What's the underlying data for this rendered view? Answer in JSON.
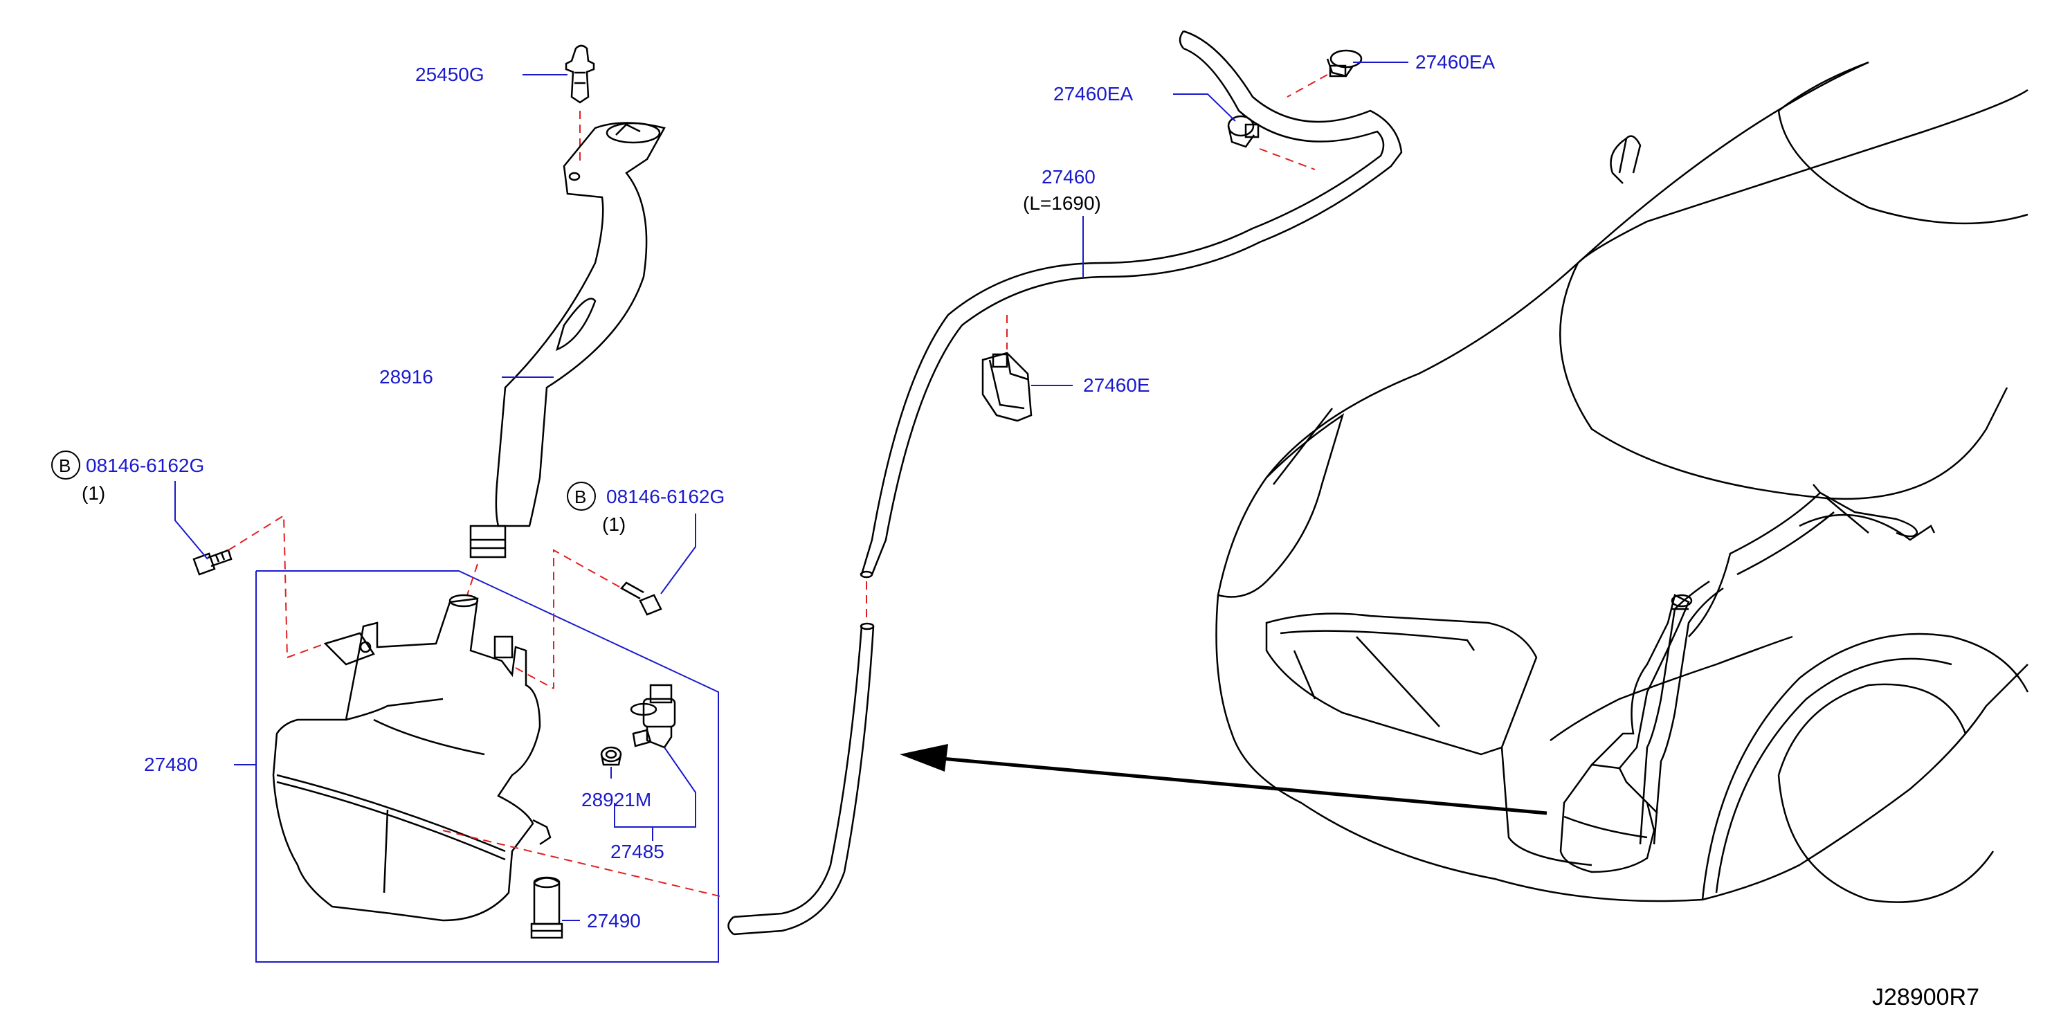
{
  "diagram_ref": "J28900R7",
  "parts": {
    "p25450g": "25450G",
    "p28916": "28916",
    "p27480": "27480",
    "p28921m": "28921M",
    "p27485": "27485",
    "p27490": "27490",
    "p27460ea_top": "27460EA",
    "p27460ea_left": "27460EA",
    "p27460": "27460",
    "p27460_length": "(L=1690)",
    "p27460e": "27460E",
    "bolt_left": "08146-6162G",
    "bolt_left_qty": "(1)",
    "bolt_mid": "08146-6162G",
    "bolt_mid_qty": "(1)",
    "bolt_marker": "B"
  },
  "colors": {
    "line": "#000000",
    "leader": "#1a1acc",
    "dash": "#e02020",
    "label": "#1a1acc"
  }
}
